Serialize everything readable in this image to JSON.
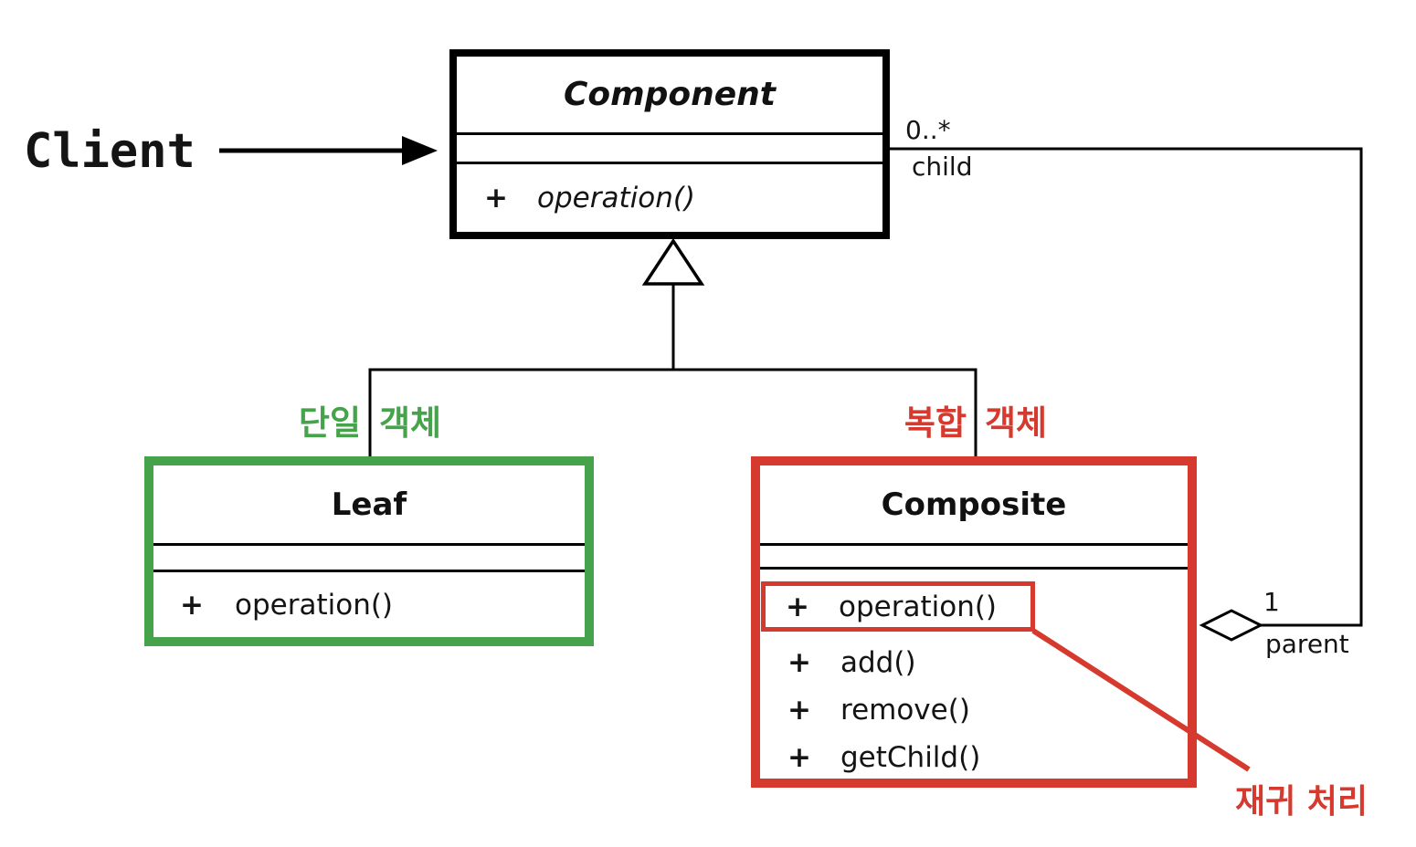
{
  "client": {
    "label": "Client"
  },
  "component": {
    "name": "Component",
    "method": {
      "visibility": "+",
      "signature": "operation()"
    }
  },
  "leaf": {
    "name": "Leaf",
    "annotation": {
      "left": "단일",
      "right": "객체"
    },
    "method": {
      "visibility": "+",
      "signature": "operation()"
    }
  },
  "composite": {
    "name": "Composite",
    "annotation": {
      "left": "복합",
      "right": "객체"
    },
    "methods": [
      {
        "visibility": "+",
        "signature": "operation()"
      },
      {
        "visibility": "+",
        "signature": "add()"
      },
      {
        "visibility": "+",
        "signature": "remove()"
      },
      {
        "visibility": "+",
        "signature": "getChild()"
      }
    ]
  },
  "relations": {
    "child": {
      "multiplicity": "0..*",
      "role": "child"
    },
    "parent": {
      "multiplicity": "1",
      "role": "parent"
    }
  },
  "notes": {
    "recursion": "재귀 처리"
  },
  "colors": {
    "green": "#46a34b",
    "red": "#d6392e",
    "black": "#000000"
  }
}
